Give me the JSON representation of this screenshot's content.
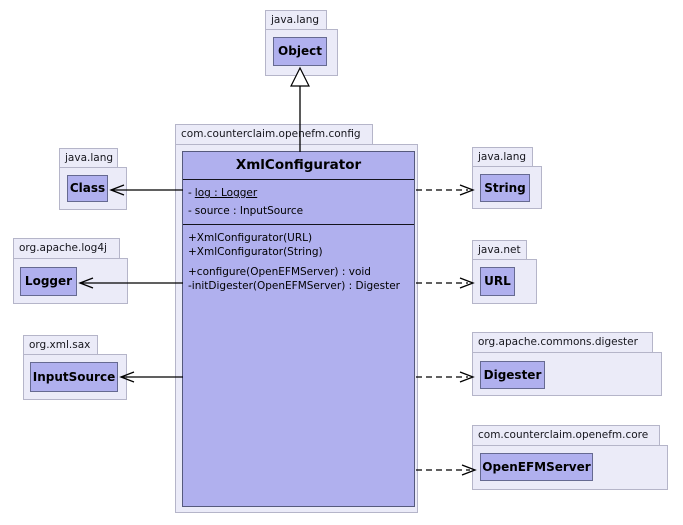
{
  "colors": {
    "class_fill": "#b0b0ee",
    "package_fill": "#ebebf8",
    "package_border": "#b5b5c9",
    "class_border": "#666a91",
    "line": "#000000"
  },
  "main_class": {
    "package": "com.counterclaim.openefm.config",
    "name": "XmlConfigurator",
    "attributes": [
      {
        "prefix": "-",
        "text": "log : Logger",
        "static": true
      },
      {
        "prefix": "-",
        "text": "source : InputSource",
        "static": false
      }
    ],
    "constructors": [
      "+XmlConfigurator(URL)",
      "+XmlConfigurator(String)"
    ],
    "methods": [
      "+configure(OpenEFMServer) : void",
      "-initDigester(OpenEFMServer) : Digester"
    ]
  },
  "related": [
    {
      "package": "java.lang",
      "class": "Object",
      "relation": "generalization"
    },
    {
      "package": "java.lang",
      "class": "Class",
      "relation": "association"
    },
    {
      "package": "org.apache.log4j",
      "class": "Logger",
      "relation": "association"
    },
    {
      "package": "org.xml.sax",
      "class": "InputSource",
      "relation": "association"
    },
    {
      "package": "java.lang",
      "class": "String",
      "relation": "dependency"
    },
    {
      "package": "java.net",
      "class": "URL",
      "relation": "dependency"
    },
    {
      "package": "org.apache.commons.digester",
      "class": "Digester",
      "relation": "dependency"
    },
    {
      "package": "com.counterclaim.openefm.core",
      "class": "OpenEFMServer",
      "relation": "dependency"
    }
  ]
}
